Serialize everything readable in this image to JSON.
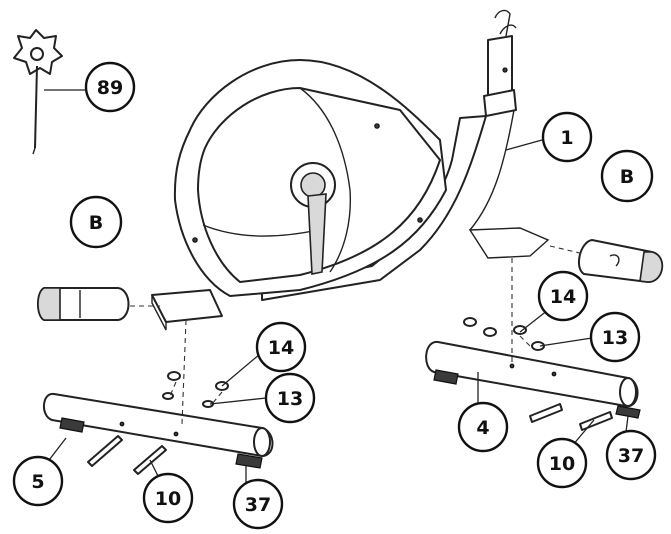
{
  "diagram": {
    "callouts": {
      "c89": "89",
      "c1": "1",
      "cB_left": "B",
      "cB_right": "B",
      "c14_left": "14",
      "c13_left": "13",
      "c5": "5",
      "c10_left": "10",
      "c37_left": "37",
      "c14_right": "14",
      "c13_right": "13",
      "c4": "4",
      "c10_right": "10",
      "c37_right": "37"
    }
  }
}
